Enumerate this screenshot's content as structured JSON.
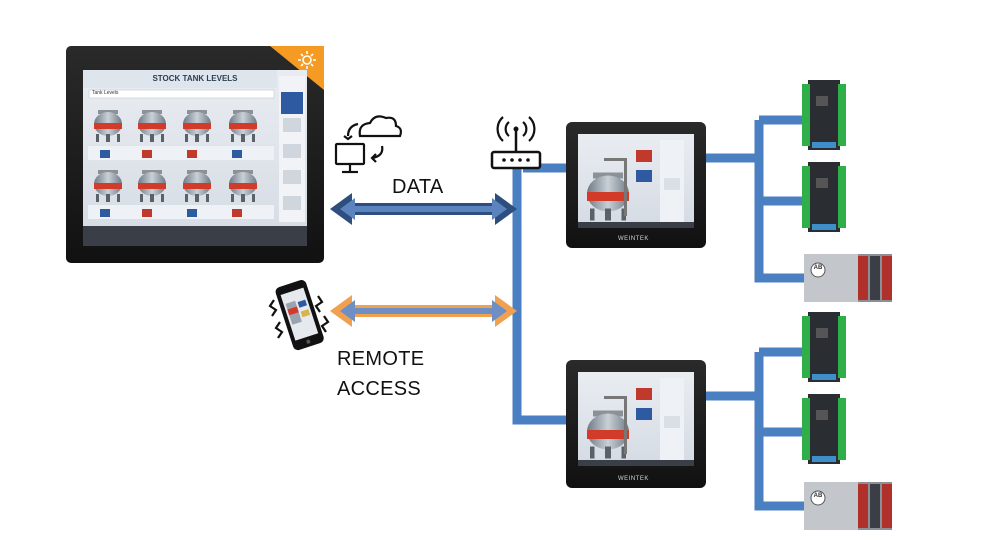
{
  "main_panel": {
    "title": "STOCK TANK LEVELS",
    "subtitle": "Tank Levels",
    "sidebar_items": [
      "",
      "",
      "",
      "",
      ""
    ]
  },
  "labels": {
    "data": "DATA",
    "remote_line1": "REMOTE",
    "remote_line2": "ACCESS"
  },
  "hmi_brand": "WEINTEK",
  "plc_brand": "AB",
  "colors": {
    "network_blue": "#4a7fc1",
    "data_arrow": "#2e4e7e",
    "remote_arrow": "#f0a050",
    "bezel": "#1c1c1c",
    "corner_accent": "#f59a23"
  }
}
